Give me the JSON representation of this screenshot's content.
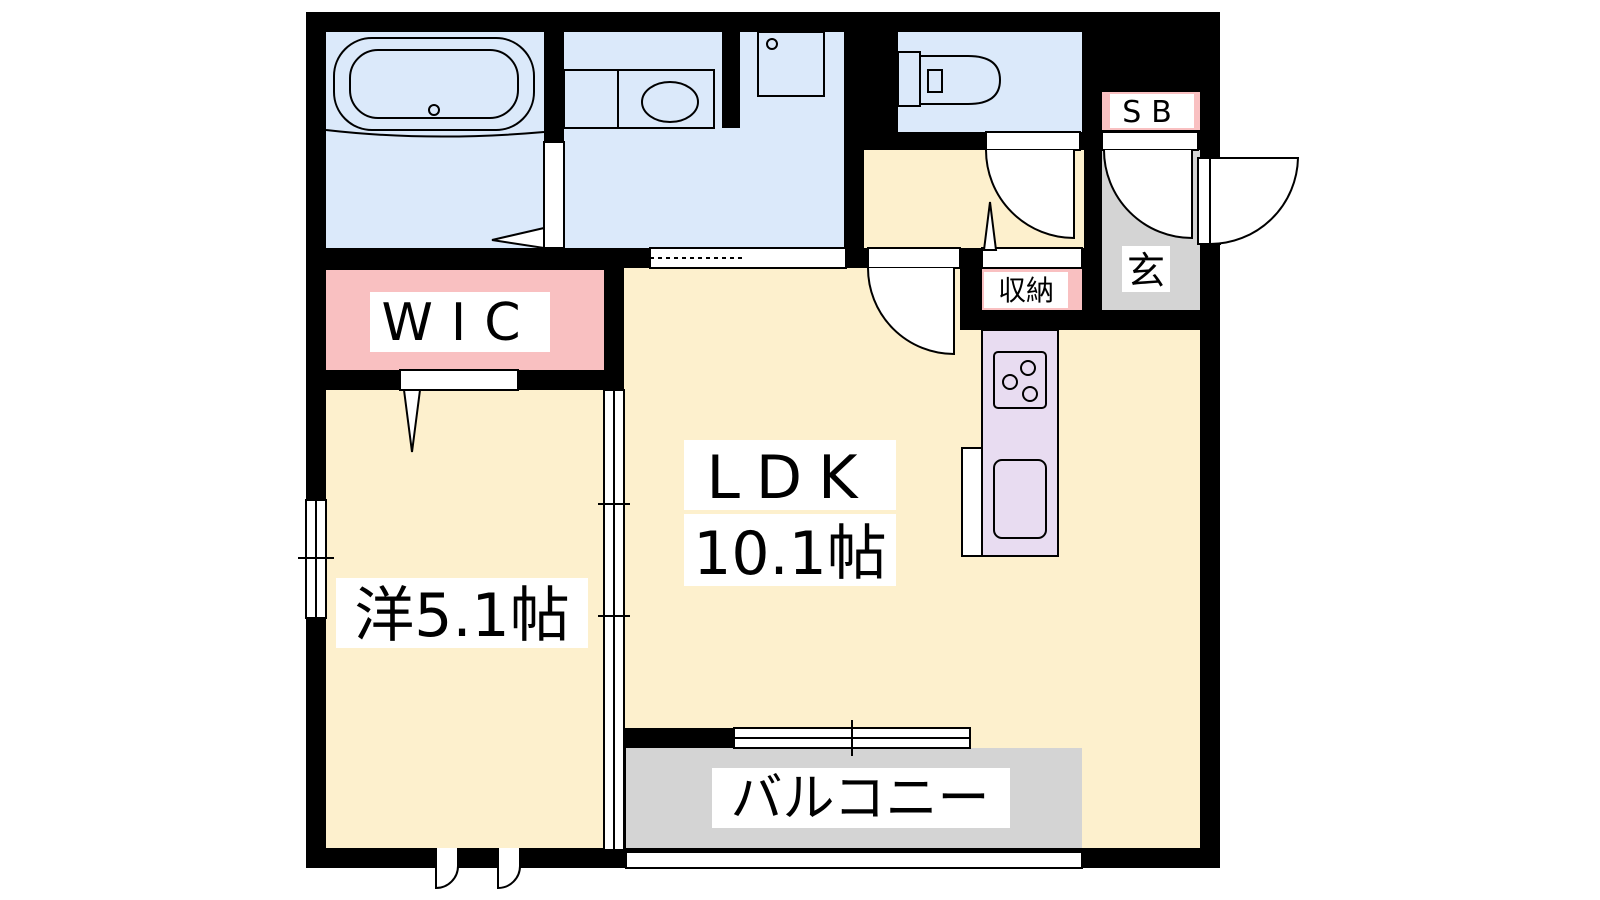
{
  "rooms": {
    "wic": "WIC",
    "bedroom": "洋5.1帖",
    "ldk_name": "LDK",
    "ldk_size": "10.1帖",
    "storage": "収納",
    "entrance": "玄",
    "shoe_box": "SB",
    "balcony": "バルコニー"
  },
  "colors": {
    "wall": "#000000",
    "wet_area": "#dbe9fa",
    "living": "#fdf0cd",
    "closet": "#f9c0c1",
    "kitchen": "#e8dcf1",
    "entrance_floor": "#d4d4d4",
    "balcony": "#d4d4d4",
    "label_bg": "#ffffff"
  }
}
